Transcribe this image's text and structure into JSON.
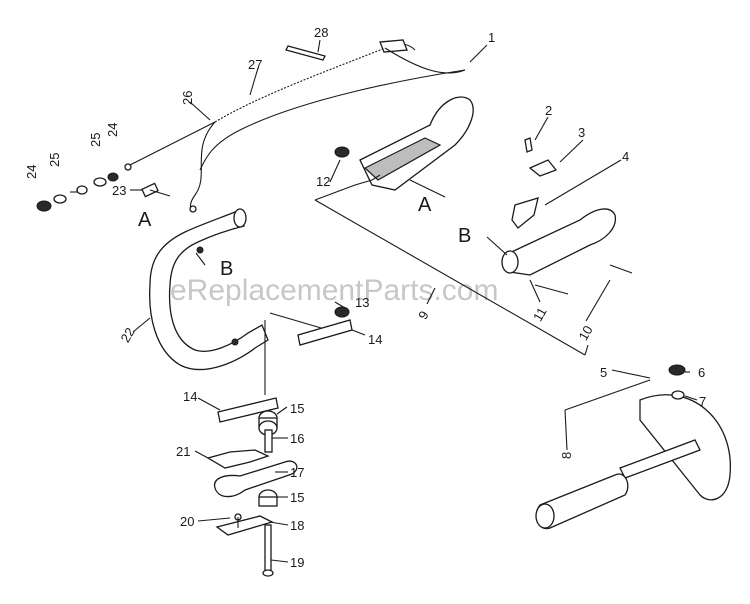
{
  "watermark": "eReplacementParts.com",
  "callouts": {
    "p1": "1",
    "p2": "2",
    "p3": "3",
    "p4": "4",
    "p5": "5",
    "p6": "6",
    "p7": "7",
    "p8": "8",
    "p9": "9",
    "p10": "10",
    "p11": "11",
    "p12": "12",
    "p13": "13",
    "p14a": "14",
    "p14b": "14",
    "p15a": "15",
    "p15b": "15",
    "p16": "16",
    "p17": "17",
    "p18": "18",
    "p19": "19",
    "p20": "20",
    "p21": "21",
    "p22": "22",
    "p23": "23",
    "p24a": "24",
    "p24b": "24",
    "p25a": "25",
    "p25b": "25",
    "p26": "26",
    "p27": "27",
    "p28": "28"
  },
  "letters": {
    "a1": "A",
    "a2": "A",
    "b1": "B",
    "b2": "B"
  }
}
